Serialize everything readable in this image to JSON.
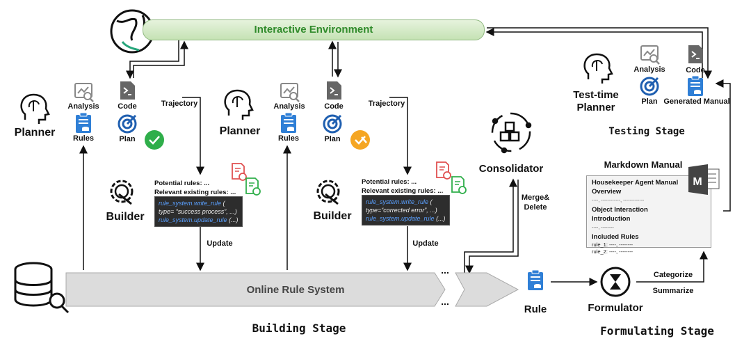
{
  "environment": {
    "title": "Interactive Environment",
    "accent": "#2f8a2a"
  },
  "left_cycle": {
    "planner": "Planner",
    "analysis": "Analysis",
    "rules": "Rules",
    "code": "Code",
    "plan": "Plan",
    "trajectory": "Trajectory",
    "builder": "Builder",
    "potential": "Potential rules: ...",
    "relevant": "Relevant existing rules: ...",
    "code_line1": "rule_system.write_rule",
    "code_line1b": " (",
    "code_line2": "type= “success process”, ...)",
    "code_line3": "rule_system.update_rule",
    "code_line3b": " (...)",
    "update": "Update",
    "status": "success"
  },
  "mid_cycle": {
    "planner": "Planner",
    "analysis": "Analysis",
    "rules": "Rules",
    "code": "Code",
    "plan": "Plan",
    "trajectory": "Trajectory",
    "builder": "Builder",
    "potential": "Potential rules: ...",
    "relevant": "Relevant existing rules: ...",
    "code_line1": "rule_system.write_rule",
    "code_line1b": " (",
    "code_line2": "type=“corrected error”, ...)",
    "code_line3": "rule_system.update_rule",
    "code_line3b": " (...)",
    "update": "Update",
    "status": "corrected"
  },
  "rule_system": {
    "title": "Online Rule System",
    "ellipsis": "..."
  },
  "consolidator": {
    "label": "Consolidator",
    "action": "Merge&\nDelete",
    "action1": "Merge&",
    "action2": "Delete"
  },
  "rule": {
    "label": "Rule"
  },
  "formulator": {
    "label": "Formulator",
    "categorize": "Categorize",
    "summarize": "Summarize"
  },
  "manual": {
    "title": "Markdown Manual",
    "heading": "Housekeeper Agent Manual",
    "s1": "Overview",
    "d1": "----, ------------, -------------",
    "s2": "Object Interaction",
    "s3": "Introduction",
    "d2": "----, --------",
    "s4": "Included Rules",
    "r1": "rule_1: ----, --------",
    "r2": "rule_2: ----, --------"
  },
  "testing": {
    "planner1": "Test-time",
    "planner2": "Planner",
    "analysis": "Analysis",
    "code": "Code",
    "plan": "Plan",
    "generated_manual": "Generated Manual",
    "stage": "Testing Stage"
  },
  "stages": {
    "building": "Building Stage",
    "formulating": "Formulating Stage"
  },
  "colors": {
    "rules_blue": "#2f7fd6",
    "success_green": "#2fae4a",
    "corrected_orange": "#f5a623",
    "red_doc": "#e05050"
  }
}
